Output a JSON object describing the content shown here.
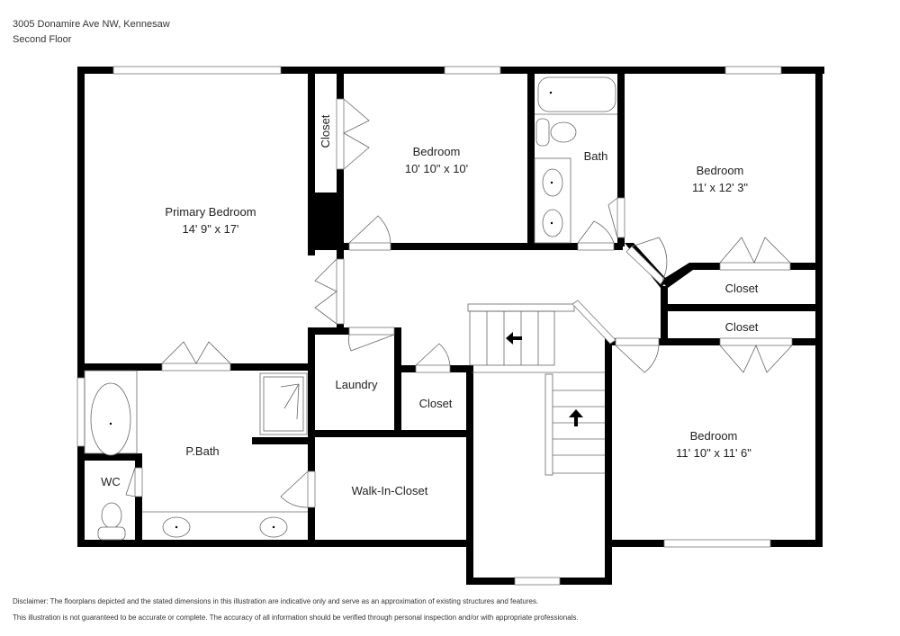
{
  "header": {
    "address": "3005 Donamire Ave NW, Kennesaw",
    "floor": "Second Floor"
  },
  "rooms": {
    "primary_bedroom": {
      "name": "Primary Bedroom",
      "dims": "14' 9\" x 17'"
    },
    "closet_vertical": {
      "name": "Closet"
    },
    "bedroom_2": {
      "name": "Bedroom",
      "dims": "10' 10\" x 10'"
    },
    "bath": {
      "name": "Bath"
    },
    "bedroom_3": {
      "name": "Bedroom",
      "dims": "11' x 12' 3\""
    },
    "closet_upper": {
      "name": "Closet"
    },
    "closet_lower": {
      "name": "Closet"
    },
    "laundry": {
      "name": "Laundry"
    },
    "closet_hall": {
      "name": "Closet"
    },
    "p_bath": {
      "name": "P.Bath"
    },
    "wc": {
      "name": "WC"
    },
    "walk_in_closet": {
      "name": "Walk-In-Closet"
    },
    "bedroom_4": {
      "name": "Bedroom",
      "dims": "11' 10\" x 11' 6\""
    }
  },
  "icons": {
    "stair_arrow_left": "arrow-left",
    "stair_arrow_up": "arrow-up"
  },
  "disclaimer": {
    "line1": "Disclaimer: The floorplans depicted and the stated dimensions in this illustration are indicative only and serve as an approximation of existing structures and features.",
    "line2": "This illustration is not guaranteed to be accurate or complete. The accuracy of all information should be verified through personal inspection and/or with appropriate professionals."
  }
}
